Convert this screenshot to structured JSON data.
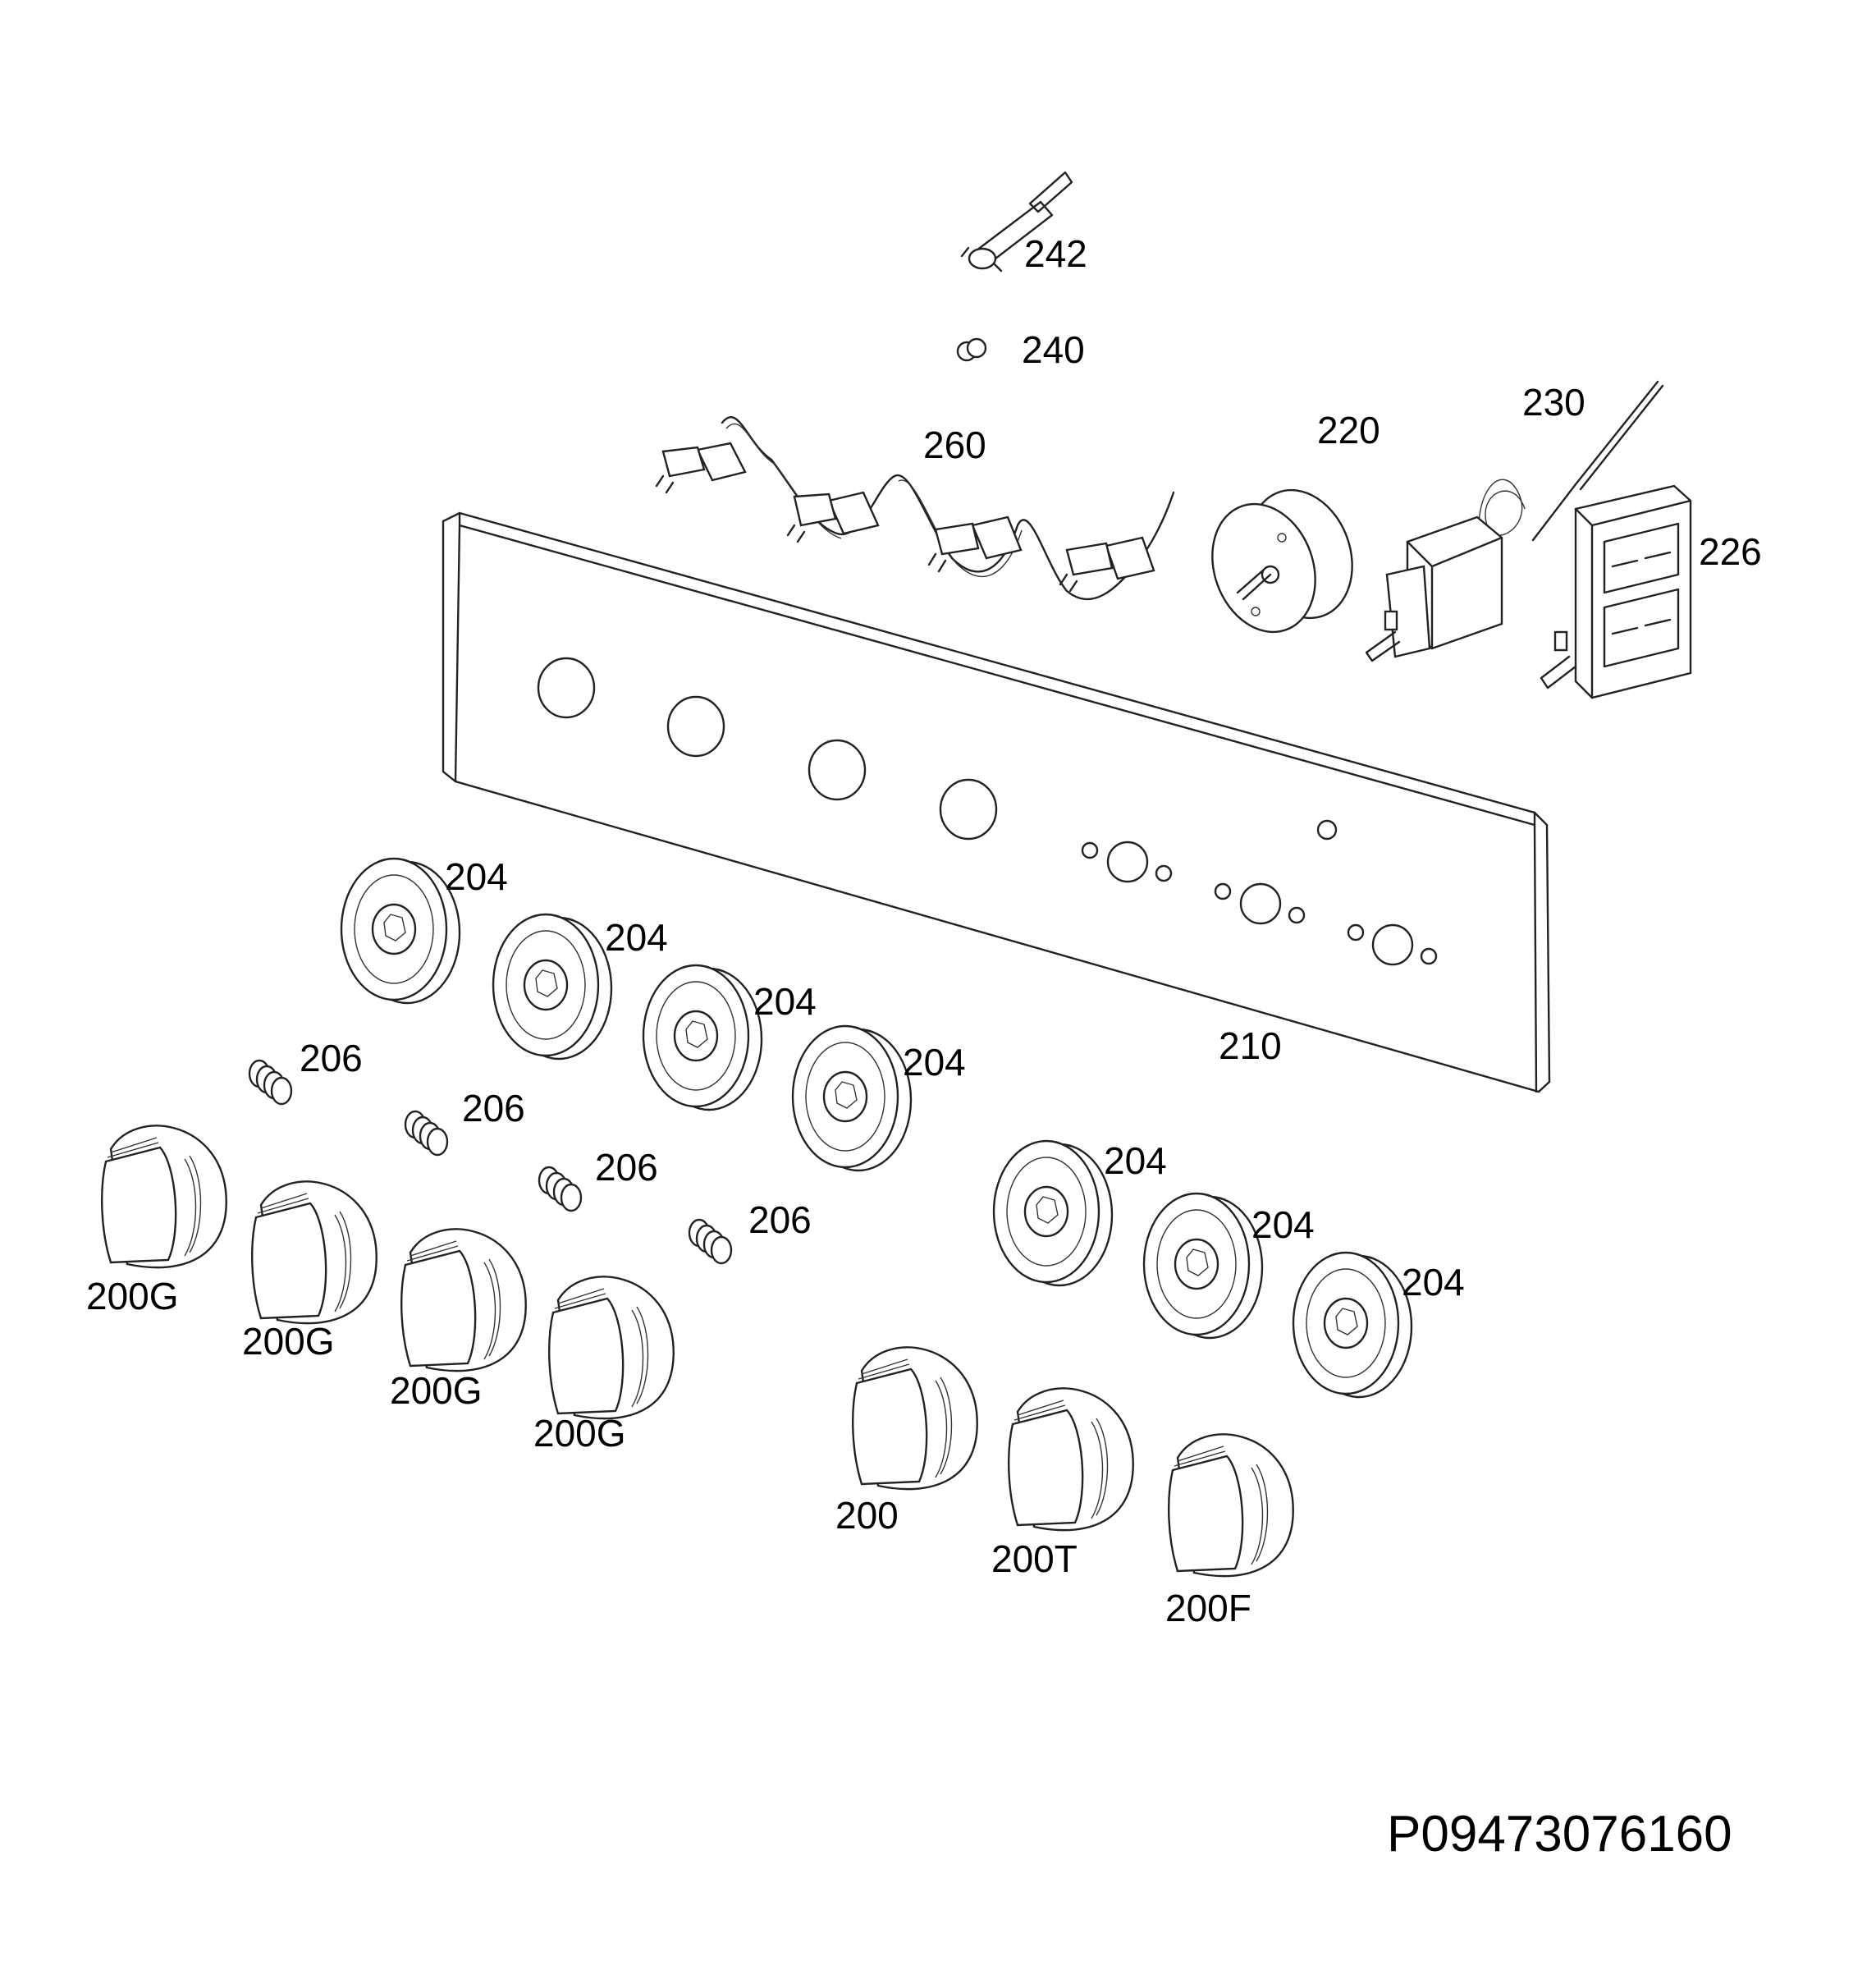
{
  "labels": {
    "p242": "242",
    "p240": "240",
    "p230": "230",
    "p260": "260",
    "p220": "220",
    "p226": "226",
    "p210": "210",
    "p204": "204",
    "p206": "206",
    "p200G": "200G",
    "p200": "200",
    "p200T": "200T",
    "p200F": "200F"
  },
  "drawing_code": "P09473076160",
  "colors": {
    "line": "#222222",
    "background": "#ffffff",
    "text": "#000000"
  }
}
